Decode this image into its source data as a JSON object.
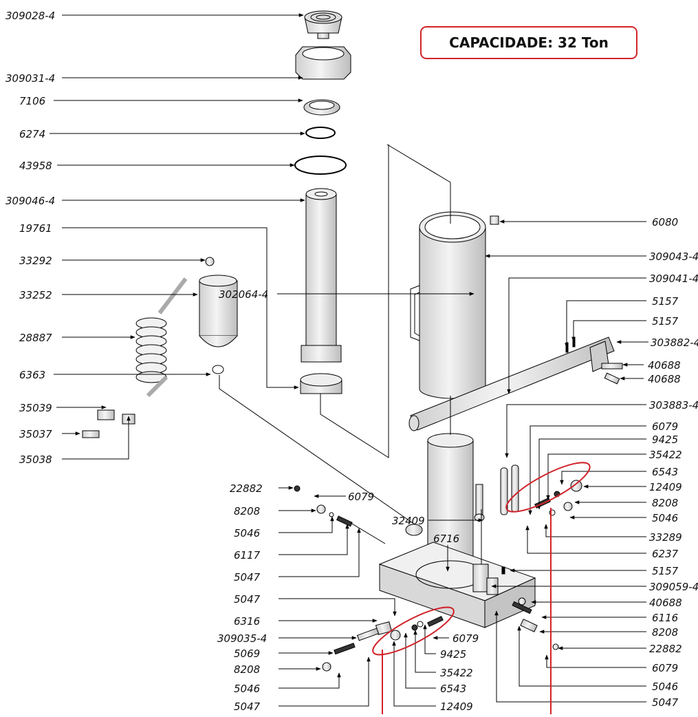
{
  "capacity_label": "CAPACIDADE: 32 Ton",
  "colors": {
    "highlight": "#d1232a",
    "line": "#000000",
    "part_fill": "#e6e6e6"
  },
  "labels": {
    "p309028_4": "309028-4",
    "p309031_4": "309031-4",
    "p7106": "7106",
    "p6274": "6274",
    "p43958": "43958",
    "p309046_4": "309046-4",
    "p19761": "19761",
    "p33292": "33292",
    "p33252": "33252",
    "p28887": "28887",
    "p6363": "6363",
    "p35039": "35039",
    "p35037": "35037",
    "p35038": "35038",
    "p6080": "6080",
    "p309043_4": "309043-4",
    "p309041_4": "309041-4",
    "p5157": "5157",
    "p303882_4": "303882-4",
    "p40688": "40688",
    "p303883_4": "303883-4",
    "p6079": "6079",
    "p9425": "9425",
    "p35422": "35422",
    "p6543": "6543",
    "p12409": "12409",
    "p8208": "8208",
    "p5046": "5046",
    "p33289": "33289",
    "p6237": "6237",
    "p309059_4": "309059-4",
    "p6116": "6116",
    "p22882": "22882",
    "p5047": "5047",
    "p302064_4": "302064-4",
    "p32409": "32409",
    "p6716": "6716",
    "p6117": "6117",
    "p6316": "6316",
    "p309035_4": "309035-4",
    "p5069": "5069"
  }
}
